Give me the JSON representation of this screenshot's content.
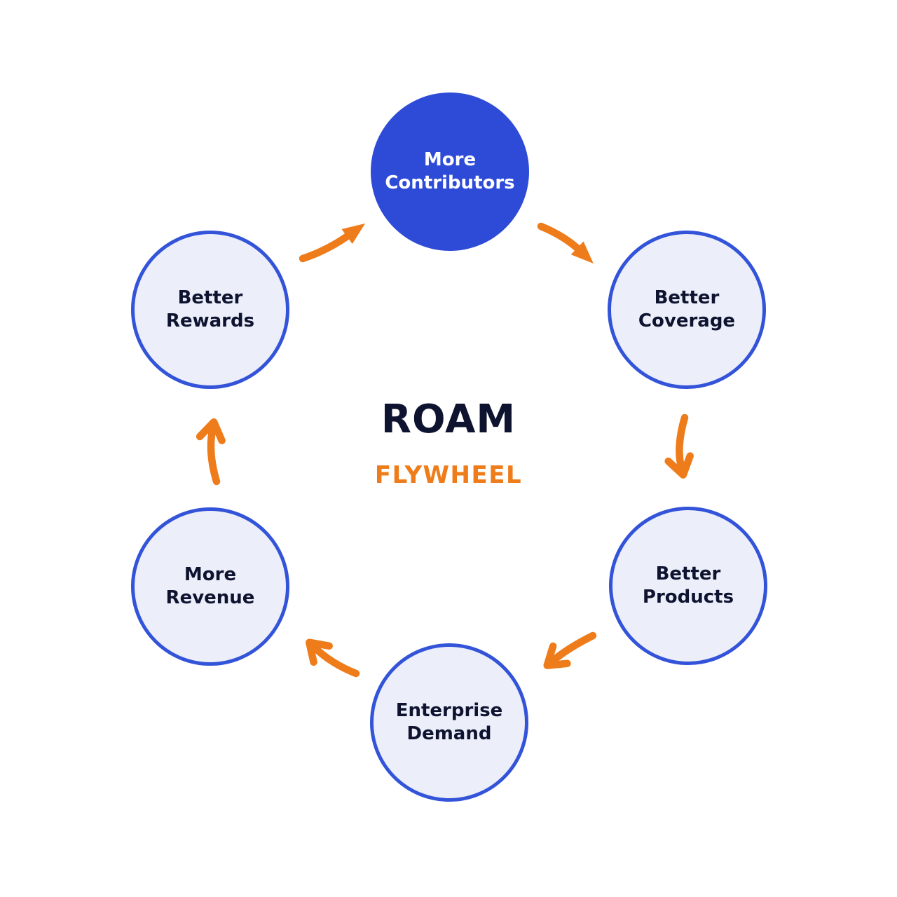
{
  "center": {
    "title": "ROAM",
    "subtitle": "FLYWHEEL"
  },
  "nodes": [
    {
      "id": "more-contributors",
      "lines": [
        "More",
        "Contributors"
      ],
      "variant": "filled"
    },
    {
      "id": "better-coverage",
      "lines": [
        "Better",
        "Coverage"
      ],
      "variant": "outline"
    },
    {
      "id": "better-products",
      "lines": [
        "Better",
        "Products"
      ],
      "variant": "outline"
    },
    {
      "id": "enterprise-demand",
      "lines": [
        "Enterprise",
        "Demand"
      ],
      "variant": "outline"
    },
    {
      "id": "more-revenue",
      "lines": [
        "More",
        "Revenue"
      ],
      "variant": "outline"
    },
    {
      "id": "better-rewards",
      "lines": [
        "Better",
        "Rewards"
      ],
      "variant": "outline"
    }
  ],
  "arrows": [
    {
      "from": "better-rewards",
      "to": "more-contributors",
      "head": "triangle"
    },
    {
      "from": "more-contributors",
      "to": "better-coverage",
      "head": "triangle"
    },
    {
      "from": "better-coverage",
      "to": "better-products",
      "head": "chevron"
    },
    {
      "from": "better-products",
      "to": "enterprise-demand",
      "head": "chevron"
    },
    {
      "from": "enterprise-demand",
      "to": "more-revenue",
      "head": "chevron"
    },
    {
      "from": "more-revenue",
      "to": "better-rewards",
      "head": "chevron"
    }
  ],
  "colors": {
    "background": "#FFFFFF",
    "filled_node_bg": "#2E4BD8",
    "filled_node_text": "#FFFFFF",
    "outline_node_bg": "#ECEEF9",
    "outline_node_border": "#3354D9",
    "node_text": "#0E1330",
    "title_text": "#0E1330",
    "subtitle_text": "#EE7C1A",
    "arrow": "#EE7C1A"
  }
}
